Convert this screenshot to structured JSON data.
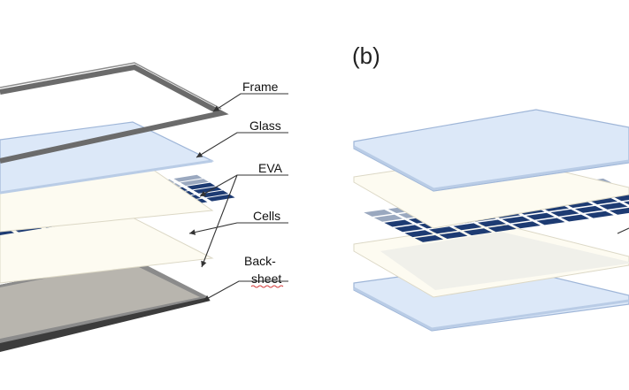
{
  "panel_b": {
    "letter": "(b)"
  },
  "labels": {
    "frame": "Frame",
    "glass": "Glass",
    "eva": "EVA",
    "cells": "Cells",
    "backsheet_line1": "Back-",
    "backsheet_line2": "sheet"
  },
  "colors": {
    "frame": "#6b6b6b",
    "glass_fill": "#dce8f8",
    "glass_edge": "#9fb6d8",
    "eva_fill": "#fdfbf1",
    "eva_edge": "#dcd8c6",
    "cell_dark": "#1d3b73",
    "cell_light": "#9aa8bf",
    "backsheet_top": "#8a8a8a",
    "backsheet_side": "#4a4a4a",
    "leader": "#333333",
    "spell_underline": "#d33b3b"
  }
}
